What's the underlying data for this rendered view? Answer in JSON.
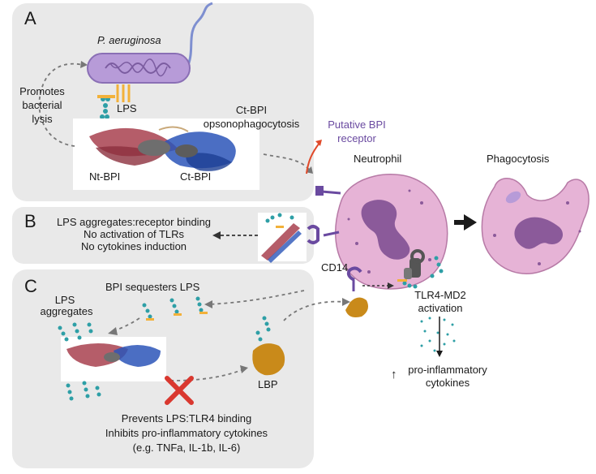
{
  "panels": {
    "a": {
      "letter": "A",
      "organism": "P. aeruginosa",
      "lps": "LPS",
      "promotes_line1": "Promotes",
      "promotes_line2": "bacterial",
      "promotes_line3": "lysis",
      "ct_line1": "Ct-BPI",
      "ct_line2": "opsonophagocytosis",
      "nt_label": "Nt-BPI",
      "ct_label": "Ct-BPI"
    },
    "b": {
      "letter": "B",
      "line1": "LPS aggregates:receptor binding",
      "line2": "No activation of TLRs",
      "line3": "No cytokines induction"
    },
    "c": {
      "letter": "C",
      "lps_agg_line1": "LPS",
      "lps_agg_line2": "aggregates",
      "sequesters": "BPI sequesters LPS",
      "lbp": "LBP",
      "prevents_line1": "Prevents LPS:TLR4 binding",
      "prevents_line2": "Inhibits pro-inflammatory cytokines",
      "prevents_line3": "(e.g. TNFa, IL-1b, IL-6)"
    }
  },
  "cell": {
    "receptor_line1": "Putative BPI",
    "receptor_line2": "receptor",
    "neutrophil": "Neutrophil",
    "phagocytosis": "Phagocytosis",
    "cd14": "CD14",
    "tlr_line1": "TLR4-MD2",
    "tlr_line2": "activation",
    "cyto_arrow": "↑",
    "cyto_line1": "pro-inflammatory",
    "cyto_line2": "cytokines"
  },
  "colors": {
    "panel_bg": "#e9e9e9",
    "cell_fill": "#e6b3d6",
    "nucleus": "#8b5a9a",
    "receptor_purple": "#6a4aa0",
    "nt_bpi": "#a8414f",
    "ct_bpi": "#2b55b8",
    "lps_teal": "#2e9fa6",
    "lps_orange": "#f2b13a",
    "lbp_gold": "#c98a1a",
    "red_x": "#d9382f",
    "bacterium": "#b79bd8"
  }
}
